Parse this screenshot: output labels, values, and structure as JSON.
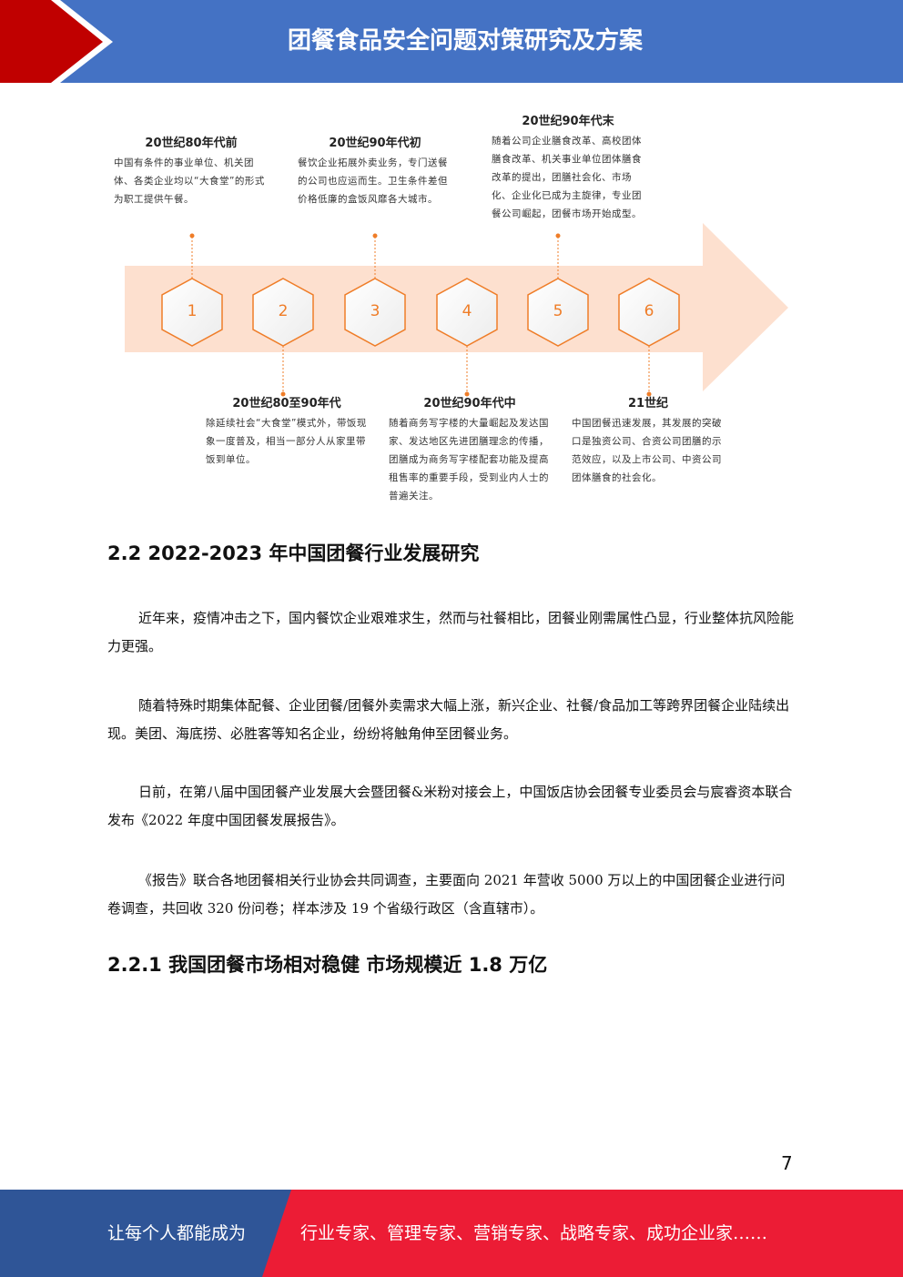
{
  "header": {
    "title": "团餐食品安全问题对策研究及方案",
    "colors": {
      "band": "#4472c4",
      "chevron": "#c00000"
    }
  },
  "timeline": {
    "arrow_color": "#fde0cf",
    "accent_color": "#ef7d28",
    "nodes": [
      {
        "number": "1",
        "title": "20世纪80年代前",
        "text": "中国有条件的事业单位、机关团体、各类企业均以“大食堂”的形式为职工提供午餐。"
      },
      {
        "number": "2",
        "title": "20世纪80至90年代",
        "text": "除延续社会“大食堂”模式外，带饭现象一度普及，相当一部分人从家里带饭到单位。"
      },
      {
        "number": "3",
        "title": "20世纪90年代初",
        "text": "餐饮企业拓展外卖业务，专门送餐的公司也应运而生。卫生条件差但价格低廉的盒饭风靡各大城市。"
      },
      {
        "number": "4",
        "title": "20世纪90年代中",
        "text": "随着商务写字楼的大量崛起及发达国家、发达地区先进团膳理念的传播，团膳成为商务写字楼配套功能及提高租售率的重要手段，受到业内人士的普遍关注。"
      },
      {
        "number": "5",
        "title": "20世纪90年代末",
        "text": "随着公司企业膳食改革、高校团体膳食改革、机关事业单位团体膳食改革的提出，团膳社会化、市场化、企业化已成为主旋律，专业团餐公司崛起，团餐市场开始成型。"
      },
      {
        "number": "6",
        "title": "21世纪",
        "text": "中国团餐迅速发展，其发展的突破口是独资公司、合资公司团膳的示范效应，以及上市公司、中资公司团体膳食的社会化。"
      }
    ]
  },
  "section": {
    "heading": "2.2 2022-2023 年中国团餐行业发展研究",
    "paragraphs": [
      "近年来，疫情冲击之下，国内餐饮企业艰难求生，然而与社餐相比，团餐业刚需属性凸显，行业整体抗风险能力更强。",
      "随着特殊时期集体配餐、企业团餐/团餐外卖需求大幅上涨，新兴企业、社餐/食品加工等跨界团餐企业陆续出现。美团、海底捞、必胜客等知名企业，纷纷将触角伸至团餐业务。",
      "日前，在第八届中国团餐产业发展大会暨团餐&米粉对接会上，中国饭店协会团餐专业委员会与宸睿资本联合发布《2022 年度中国团餐发展报告》。",
      "《报告》联合各地团餐相关行业协会共同调查，主要面向 2021 年营收 5000 万以上的中国团餐企业进行问卷调查，共回收 320 份问卷；样本涉及 19 个省级行政区（含直辖市）。"
    ],
    "subheading": "2.2.1  我国团餐市场相对稳健  市场规模近 1.8 万亿"
  },
  "page_number": "7",
  "footer": {
    "left_text": "让每个人都能成为",
    "right_text": "行业专家、管理专家、营销专家、战略专家、成功企业家……",
    "colors": {
      "left": "#2f5597",
      "right": "#ec1c35"
    }
  }
}
